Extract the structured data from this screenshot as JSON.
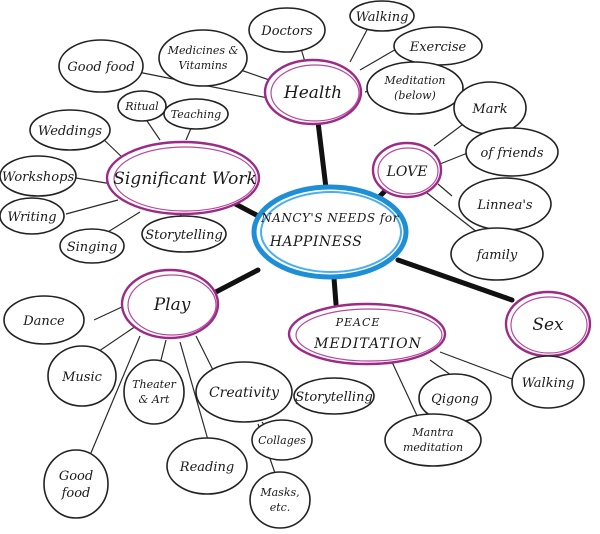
{
  "center": {
    "line1": "NANCY'S NEEDS for",
    "line2": "HAPPINESS"
  },
  "hubs": {
    "health": "Health",
    "love": "LOVE",
    "work": "Significant Work",
    "play": "Play",
    "peace_line1": "PEACE",
    "peace_line2": "MEDITATION",
    "sex": "Sex"
  },
  "leaves": {
    "good_food_top": "Good food",
    "medicines_1": "Medicines &",
    "medicines_2": "Vitamins",
    "doctors": "Doctors",
    "walking_top": "Walking",
    "exercise": "Exercise",
    "meditation_below_1": "Meditation",
    "meditation_below_2": "(below)",
    "ritual": "Ritual",
    "teaching": "Teaching",
    "weddings": "Weddings",
    "workshops": "Workshops",
    "writing": "Writing",
    "singing": "Singing",
    "storytelling_work": "Storytelling",
    "mark": "Mark",
    "friends": "of friends",
    "linnea": "Linnea's",
    "family": "family",
    "dance": "Dance",
    "music": "Music",
    "theater_1": "Theater",
    "theater_2": "& Art",
    "creativity": "Creativity",
    "storytelling_play": "Storytelling",
    "collages": "Collages",
    "reading": "Reading",
    "good_food_bottom_1": "Good",
    "good_food_bottom_2": "food",
    "masks_1": "Masks,",
    "masks_2": "etc.",
    "qigong": "Qigong",
    "walking_bottom": "Walking",
    "mantra_1": "Mantra",
    "mantra_2": "meditation"
  },
  "colors": {
    "hub_outline": "#9c2a86",
    "center_outline": "#1e8fd6",
    "ink": "#1a1a1a"
  }
}
